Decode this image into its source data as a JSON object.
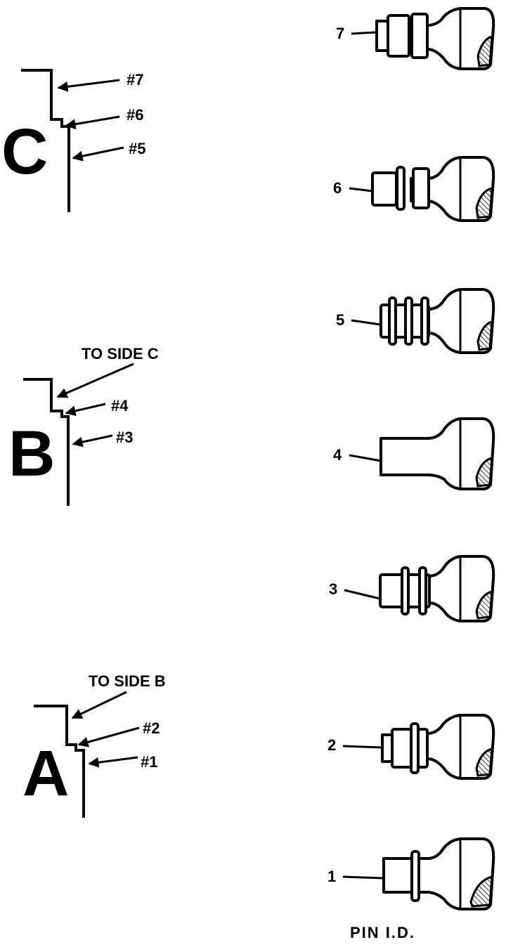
{
  "sides": {
    "c": {
      "letter": "C",
      "labels": [
        "#7",
        "#6",
        "#5"
      ]
    },
    "b": {
      "letter": "B",
      "to_label": "TO SIDE C",
      "labels": [
        "#4",
        "#3"
      ]
    },
    "a": {
      "letter": "A",
      "to_label": "TO SIDE B",
      "labels": [
        "#2",
        "#1"
      ]
    }
  },
  "pins": {
    "numbers": [
      "7",
      "6",
      "5",
      "4",
      "3",
      "2",
      "1"
    ],
    "caption": "PIN I.D."
  }
}
